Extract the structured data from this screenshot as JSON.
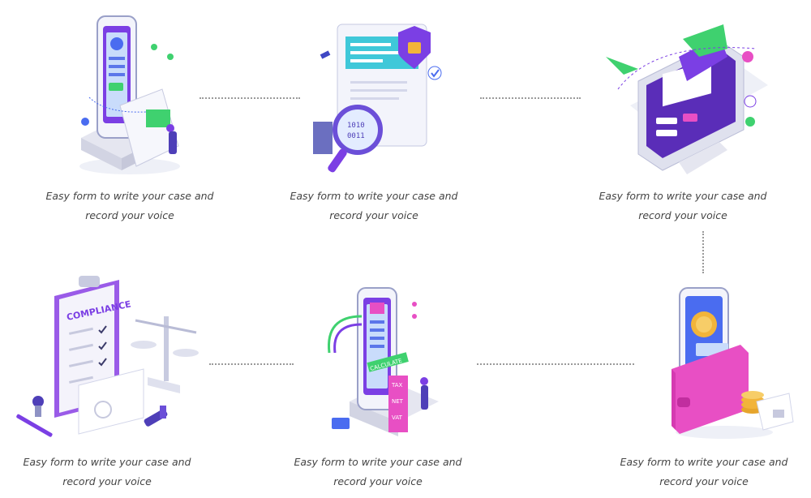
{
  "steps": [
    {
      "icon": "form-writing-phone-icon",
      "caption": "Easy form to write your case and record your voice"
    },
    {
      "icon": "security-document-magnifier-icon",
      "caption": "Easy form to write your case and record your voice"
    },
    {
      "icon": "email-monitor-icon",
      "caption": "Easy form to write your case and record your voice"
    },
    {
      "icon": "compliance-clipboard-scales-icon",
      "caption": "Easy form to write your case and record your voice"
    },
    {
      "icon": "calculator-phone-icon",
      "caption": "Easy form to write your case and record your voice"
    },
    {
      "icon": "wallet-coins-phone-icon",
      "caption": "Easy form to write your case and record your voice"
    }
  ],
  "illustration_text": {
    "binary": "1010\n0011",
    "compliance": "COMPLIANCE",
    "calculate": "CALCULATE",
    "tax": "TAX",
    "net": "NET",
    "vat": "VAT"
  },
  "colors": {
    "purple": "#7b3fe4",
    "lavender": "#e9e6f7",
    "pink": "#e84fc4",
    "green": "#3fd16f",
    "gold": "#f2b43a"
  }
}
